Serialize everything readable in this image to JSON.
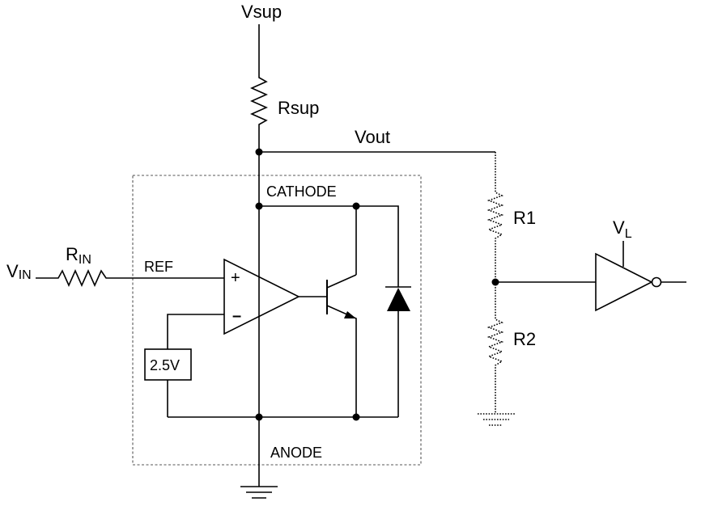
{
  "labels": {
    "vsup": "Vsup",
    "rsup": "Rsup",
    "vout": "Vout",
    "cathode": "CATHODE",
    "anode": "ANODE",
    "ref": "REF",
    "vin_main": "V",
    "vin_sub": "IN",
    "rin_main": "R",
    "rin_sub": "IN",
    "r1": "R1",
    "r2": "R2",
    "vl_main": "V",
    "vl_sub": "L",
    "vref_box": "2.5V",
    "plus": "+",
    "minus": "–"
  }
}
